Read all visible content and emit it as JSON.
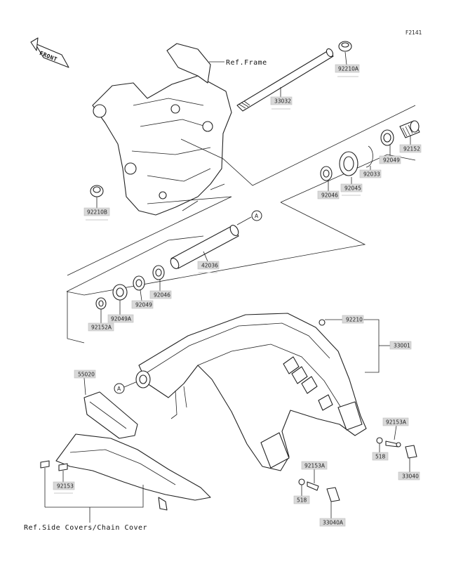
{
  "figure_code": "F2141",
  "front_label": "FRONT",
  "ref_frame": "Ref.Frame",
  "ref_side_covers": "Ref.Side Covers/Chain Cover",
  "callout_letter": "A",
  "parts": {
    "p92210A": "92210A",
    "p33032": "33032",
    "p92152": "92152",
    "p92049": "92049",
    "p92033": "92033",
    "p92045": "92045",
    "p92046_upper": "92046",
    "p92210B": "92210B",
    "p42036": "42036",
    "p92046_lower": "92046",
    "p92049_lower": "92049",
    "p92049A": "92049A",
    "p92152A": "92152A",
    "p92210": "92210",
    "p33001": "33001",
    "p55020": "55020",
    "p92153A_right": "92153A",
    "p92153A_mid": "92153A",
    "p518_right": "518",
    "p518_mid": "518",
    "p33040": "33040",
    "p33040A": "33040A",
    "p92153": "92153"
  }
}
